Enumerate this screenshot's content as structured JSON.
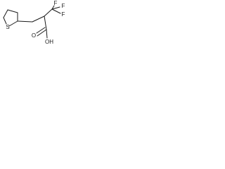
{
  "diagram": {
    "atoms": {
      "sulfur": "S",
      "fluorine_top": "F",
      "fluorine_upper_right": "F",
      "fluorine_right": "F",
      "oxygen_carbonyl": "O",
      "hydroxyl": "OH"
    },
    "colors": {
      "bond": "#1a1a1a",
      "text": "#1a1a1a",
      "background": "#ffffff"
    }
  }
}
